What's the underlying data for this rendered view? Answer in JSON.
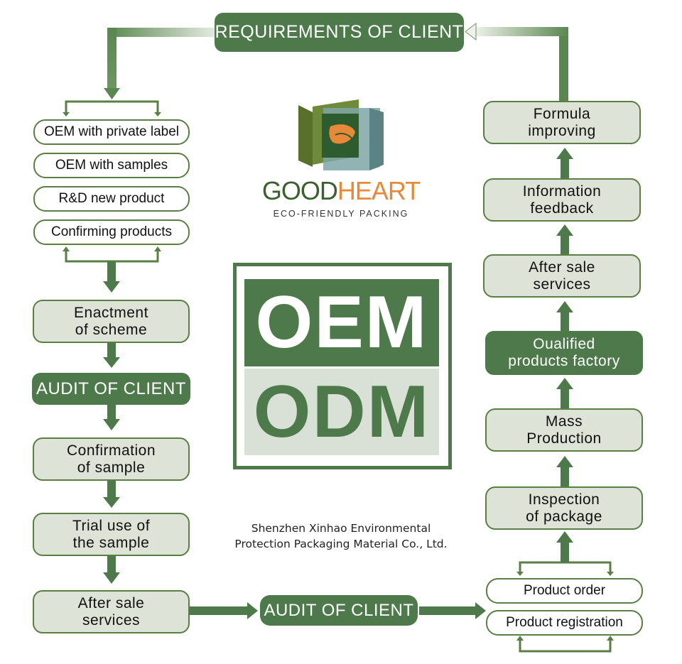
{
  "title_box": {
    "label": "REQUIREMENTS OF CLIENT"
  },
  "logo": {
    "brand_part1": "GOOD",
    "brand_part2": "HEART",
    "tagline": "ECO-FRIENDLY PACKING",
    "icon": "leaf-icon"
  },
  "center_badge": {
    "top": "OEM",
    "bottom": "ODM"
  },
  "company_name": "Shenzhen Xinhao Environmental\nProtection Packaging Material Co., Ltd.",
  "left_column": {
    "options": [
      "OEM with private label",
      "OEM with samples",
      "R&D new product",
      "Confirming products"
    ],
    "steps": [
      {
        "label": "Enactment\nof scheme",
        "style": "light"
      },
      {
        "label": "AUDIT OF CLIENT",
        "style": "dark"
      },
      {
        "label": "Confirmation\nof sample",
        "style": "light"
      },
      {
        "label": "Trial use of\nthe sample",
        "style": "light"
      },
      {
        "label": "After sale\nservices",
        "style": "light"
      }
    ]
  },
  "bottom_center": {
    "label": "AUDIT OF CLIENT"
  },
  "right_column": {
    "options": [
      "Product order",
      "Product registration"
    ],
    "steps": [
      {
        "label": "Inspection\nof package",
        "style": "light"
      },
      {
        "label": "Mass\nProduction",
        "style": "light"
      },
      {
        "label": "Oualified\nproducts factory",
        "style": "dark"
      },
      {
        "label": "After sale\nservices",
        "style": "light"
      },
      {
        "label": "Information\nfeedback",
        "style": "light"
      },
      {
        "label": "Formula\nimproving",
        "style": "light"
      }
    ]
  },
  "colors": {
    "primary_green": "#4e7a4b",
    "border_green": "#5a7e44",
    "light_fill": "#dde3d6",
    "accent_orange": "#e8893a"
  }
}
